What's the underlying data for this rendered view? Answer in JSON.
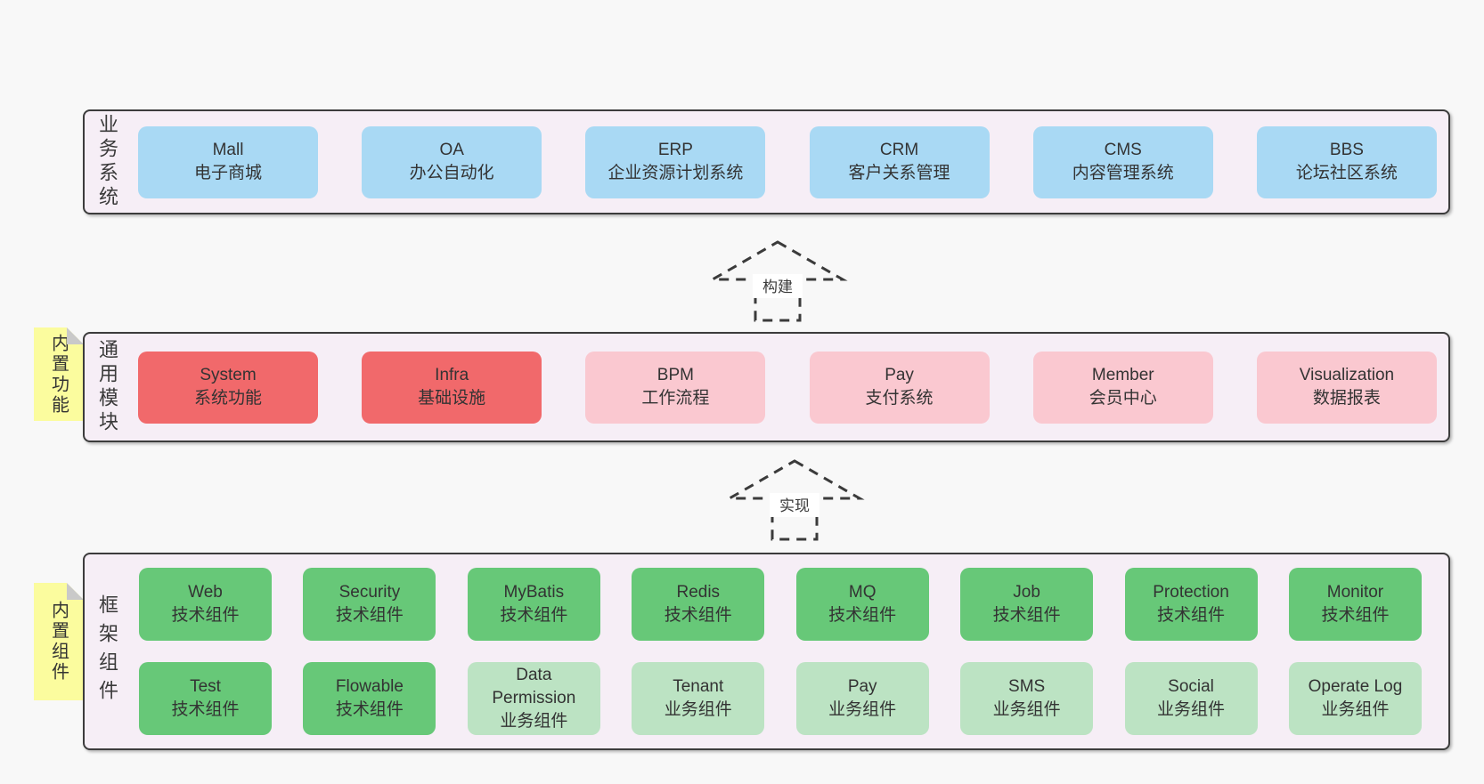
{
  "colors": {
    "background": "#f8f8f8",
    "layer_fill": "#f6eef6",
    "layer_border": "#3c3c3c",
    "node_blue": "#a9d9f4",
    "node_red": "#f1696b",
    "node_pink": "#fac8d0",
    "node_green": "#67c878",
    "node_light_green": "#bce3c3",
    "note_yellow": "#fbfc9e",
    "note_fold_gray": "#c9c9c9",
    "text": "#333333"
  },
  "layers": [
    {
      "label": "业务系统",
      "boxes": [
        {
          "name": "Mall",
          "desc": "电子商城"
        },
        {
          "name": "OA",
          "desc": "办公自动化"
        },
        {
          "name": "ERP",
          "desc": "企业资源计划系统"
        },
        {
          "name": "CRM",
          "desc": "客户关系管理"
        },
        {
          "name": "CMS",
          "desc": "内容管理系统"
        },
        {
          "name": "BBS",
          "desc": "论坛社区系统"
        }
      ]
    },
    {
      "label": "通用模块",
      "note": "内置功能",
      "boxes": [
        {
          "name": "System",
          "desc": "系统功能"
        },
        {
          "name": "Infra",
          "desc": "基础设施"
        },
        {
          "name": "BPM",
          "desc": "工作流程"
        },
        {
          "name": "Pay",
          "desc": "支付系统"
        },
        {
          "name": "Member",
          "desc": "会员中心"
        },
        {
          "name": "Visualization",
          "desc": "数据报表"
        }
      ]
    },
    {
      "label": "框架组件",
      "note": "内置组件",
      "rows": [
        [
          {
            "name": "Web",
            "desc": "技术组件"
          },
          {
            "name": "Security",
            "desc": "技术组件"
          },
          {
            "name": "MyBatis",
            "desc": "技术组件"
          },
          {
            "name": "Redis",
            "desc": "技术组件"
          },
          {
            "name": "MQ",
            "desc": "技术组件"
          },
          {
            "name": "Job",
            "desc": "技术组件"
          },
          {
            "name": "Protection",
            "desc": "技术组件"
          },
          {
            "name": "Monitor",
            "desc": "技术组件"
          }
        ],
        [
          {
            "name": "Test",
            "desc": "技术组件"
          },
          {
            "name": "Flowable",
            "desc": "技术组件"
          },
          {
            "name": "Data Permission",
            "desc": "业务组件"
          },
          {
            "name": "Tenant",
            "desc": "业务组件"
          },
          {
            "name": "Pay",
            "desc": "业务组件"
          },
          {
            "name": "SMS",
            "desc": "业务组件"
          },
          {
            "name": "Social",
            "desc": "业务组件"
          },
          {
            "name": "Operate Log",
            "desc": "业务组件"
          }
        ]
      ]
    }
  ],
  "arrows": [
    {
      "label": "构建"
    },
    {
      "label": "实现"
    }
  ]
}
